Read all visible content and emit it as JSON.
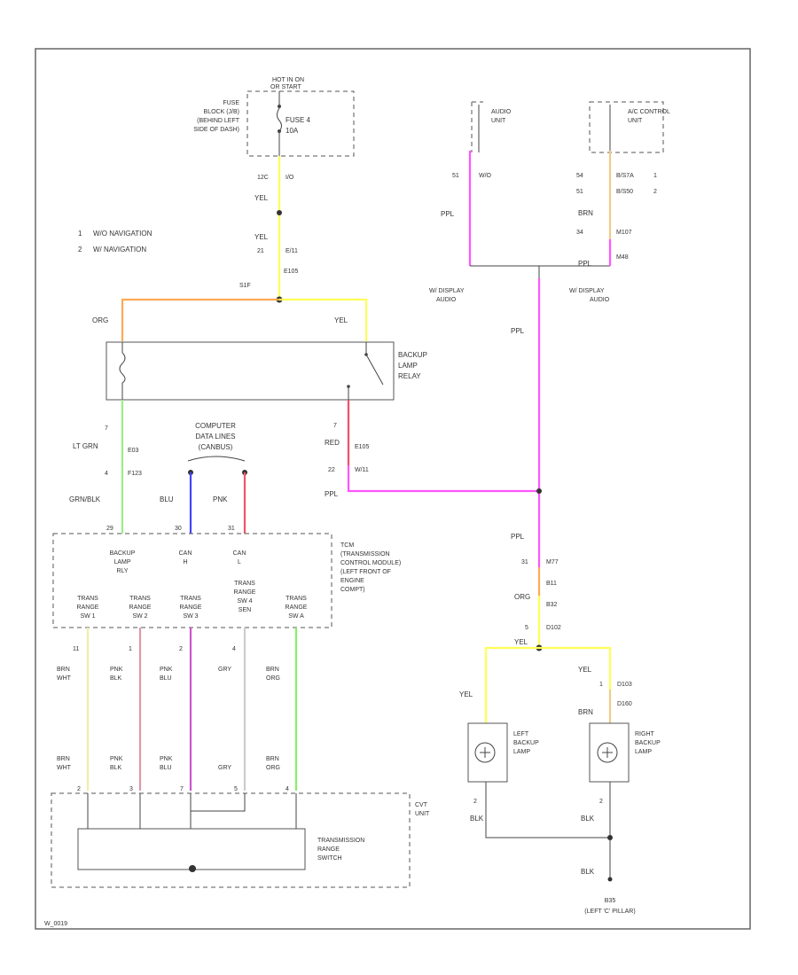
{
  "colors": {
    "yellow": "#ffff55",
    "orange": "#ffaa55",
    "pink": "#ff55ff",
    "lightgreen": "#99ee88",
    "green": "#88ee66",
    "blue": "#4444ff",
    "red": "#ee5566",
    "tan": "#eecc88",
    "gray": "#999999",
    "black": "#333333"
  },
  "legend": [
    {
      "num": "1",
      "text": "W/O NAVIGATION"
    },
    {
      "num": "2",
      "text": "W/ NAVIGATION"
    }
  ],
  "fuse": {
    "hot_line1": "HOT IN ON",
    "hot_line2": "OR START",
    "block_lines": [
      "FUSE",
      "BLOCK (J/B)",
      "(BEHIND LEFT",
      "SIDE OF DASH)"
    ],
    "name": "FUSE 4",
    "rating": "10A",
    "pin_left": "12C",
    "pin_right": "I/O"
  },
  "wire_labels": {
    "yel1": "YEL",
    "yel2": "YEL",
    "conn1": "21",
    "conn1b": "E/11",
    "conn1c": "E105",
    "splice": "S1F",
    "org": "ORG",
    "yel3": "YEL",
    "ltgrn": "LT GRN",
    "ltgrn_num": "7",
    "e03": "E03",
    "f123_num": "4",
    "f123": "F123",
    "grnblk": "GRN/BLK",
    "red": "RED",
    "red_num": "7",
    "red_conn": "E105",
    "red_num2": "22",
    "wf1": "W/11",
    "ppl_a": "PPL",
    "blu": "BLU",
    "pnk": "PNK"
  },
  "relay": {
    "lines": [
      "BACKUP",
      "LAMP",
      "RELAY"
    ]
  },
  "computer_lines": {
    "lines": [
      "COMPUTER",
      "DATA LINES",
      "(CANBUS)"
    ]
  },
  "audio": {
    "unit_label": "AUDIO\nUNIT",
    "unit_lines": [
      "AUDIO",
      "UNIT"
    ],
    "pin1": "51",
    "pin2": "W/O",
    "ppl": "PPL",
    "bottom1": "W/ DISPLAY",
    "bottom2": "AUDIO"
  },
  "ac": {
    "unit_lines": [
      "A/C CONTROL",
      "UNIT"
    ],
    "pin1a": "54",
    "pin1b": "B/S7A",
    "pin1c": "1",
    "pin2a": "51",
    "pin2b": "B/S50",
    "pin2c": "2",
    "brn": "BRN",
    "pin3a": "34",
    "pin3b": "M107",
    "pin4": "M48",
    "ppl": "PPL",
    "bottom1": "W/ DISPLAY",
    "bottom2": "AUDIO"
  },
  "right_chain": {
    "ppl1": "PPL",
    "ppl2": "PPL",
    "ppl3": "PPL",
    "c1a": "31",
    "c1b": "M77",
    "c2": "B11",
    "org": "ORG",
    "c3": "B32",
    "c4a": "5",
    "c4b": "D102",
    "yel": "YEL"
  },
  "tcm": {
    "lines": [
      "TCM",
      "(TRANSMISSION",
      "CONTROL MODULE)",
      "(LEFT FRONT OF",
      "ENGINE",
      "COMPT)"
    ],
    "col_backup": [
      "BACKUP",
      "LAMP",
      "RLY"
    ],
    "col_canh": [
      "CAN",
      "H"
    ],
    "col_canl": [
      "CAN",
      "L"
    ],
    "pin_top1": "29",
    "pin_top2": "30",
    "pin_top3": "31",
    "ranges": [
      {
        "lines": [
          "TRANS",
          "RANGE",
          "SW 1"
        ],
        "pin": "11",
        "wire": [
          "BRN",
          "WHT"
        ]
      },
      {
        "lines": [
          "TRANS",
          "RANGE",
          "SW 2"
        ],
        "pin": "1",
        "wire": [
          "PNK",
          "BLK"
        ]
      },
      {
        "lines": [
          "TRANS",
          "RANGE",
          "SW 3"
        ],
        "pin": "2",
        "wire": [
          "PNK",
          "BLU"
        ]
      },
      {
        "lines": [
          "TRANS",
          "RANGE",
          "SW 4",
          "SEN"
        ],
        "pin": "4",
        "wire": [
          "GRY"
        ]
      },
      {
        "lines": [
          "TRANS",
          "RANGE",
          "SW A"
        ],
        "pin": "",
        "wire": [
          "BRN",
          "ORG"
        ]
      }
    ]
  },
  "cvt": {
    "unit_lines": [
      "CVT",
      "UNIT"
    ],
    "switch_lines": [
      "TRANSMISSION",
      "RANGE",
      "SWITCH"
    ],
    "bottom_wires": [
      [
        "BRN",
        "WHT"
      ],
      [
        "PNK",
        "BLK"
      ],
      [
        "PNK",
        "BLU"
      ],
      [
        "GRY"
      ],
      [
        "BRN",
        "ORG"
      ]
    ],
    "pins": [
      "2",
      "3",
      "7",
      "5",
      "4"
    ]
  },
  "lamps": {
    "yel_left": "YEL",
    "yel_right": "YEL",
    "right_c1a": "1",
    "right_c1b": "D103",
    "right_c2": "D160",
    "brn": "BRN",
    "left": [
      "LEFT",
      "BACKUP",
      "LAMP"
    ],
    "right": [
      "RIGHT",
      "BACKUP",
      "LAMP"
    ],
    "left_pin": "2",
    "right_pin": "2",
    "blk1": "BLK",
    "blk2": "BLK",
    "blk3": "BLK",
    "ground": "B35",
    "ground_loc": "(LEFT 'C' PILLAR)"
  },
  "footer_code": "W_0019"
}
